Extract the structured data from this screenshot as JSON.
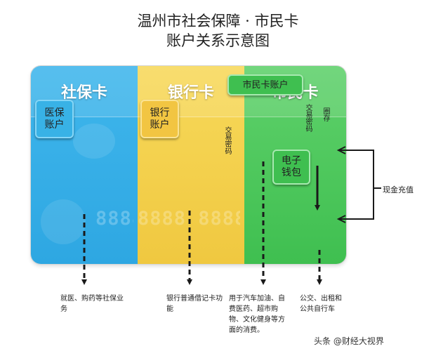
{
  "title": {
    "line1": "温州市社会保障 · 市民卡",
    "line2": "账户关系示意图"
  },
  "panels": {
    "social": {
      "title": "社保卡",
      "faint_numbers": "8888",
      "color": "#2ea7e2"
    },
    "bank": {
      "title": "银行卡",
      "faint_numbers": "8888 8888",
      "color": "#f0c840"
    },
    "civic": {
      "title": "市民卡",
      "faint_numbers": "",
      "color": "#3fbf50"
    }
  },
  "accounts": {
    "medical": "医保账户",
    "bank": "银行账户",
    "civic": "市民卡账户",
    "wallet": "电子钱包"
  },
  "labels": {
    "trade_pw_1": "交易密码",
    "trade_pw_2": "交易密码",
    "deposit": "圈存",
    "cash_topup": "现金充值"
  },
  "descriptions": {
    "social": "就医、购药等社保业务",
    "bank": "银行普通借记卡功能",
    "civic": "用于汽车加油、自费医药、超市购物、文化健身等方面的消费。",
    "wallet": "公交、出租和公共自行车"
  },
  "watermark": "头条 @财经大视界"
}
